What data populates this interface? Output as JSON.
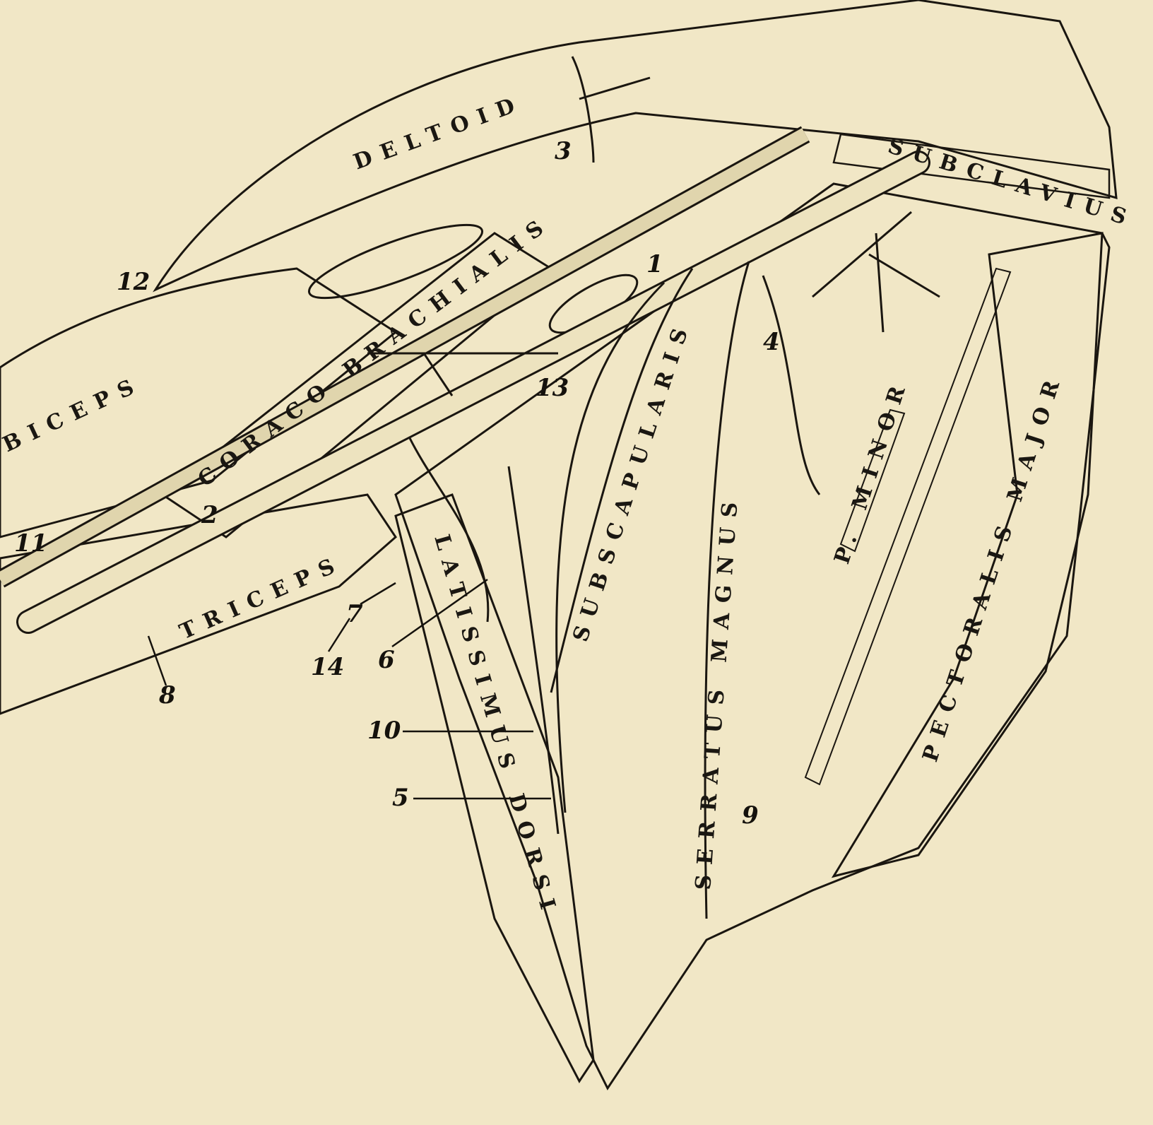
{
  "figure": {
    "muscles": {
      "deltoid": "DELTOID",
      "subclavius": "SUBCLAVIUS",
      "biceps": "BICEPS",
      "coraco_brachialis": "CORACO BRACHIALIS",
      "subscapularis": "SUBSCAPULARIS",
      "serratus_magnus": "SERRATUS MAGNUS",
      "latissimus_dorsi": "LATISSIMUS DORSI",
      "triceps": "TRICEPS",
      "pectoralis_minor": "P. MINOR",
      "pectoralis_major": "PECTORALIS MAJOR"
    },
    "numbers": [
      "1",
      "2",
      "3",
      "4",
      "5",
      "6",
      "7",
      "8",
      "9",
      "10",
      "11",
      "12",
      "13",
      "14"
    ],
    "colors": {
      "paper": "#f1e7c6",
      "ink": "#1a1610"
    }
  }
}
